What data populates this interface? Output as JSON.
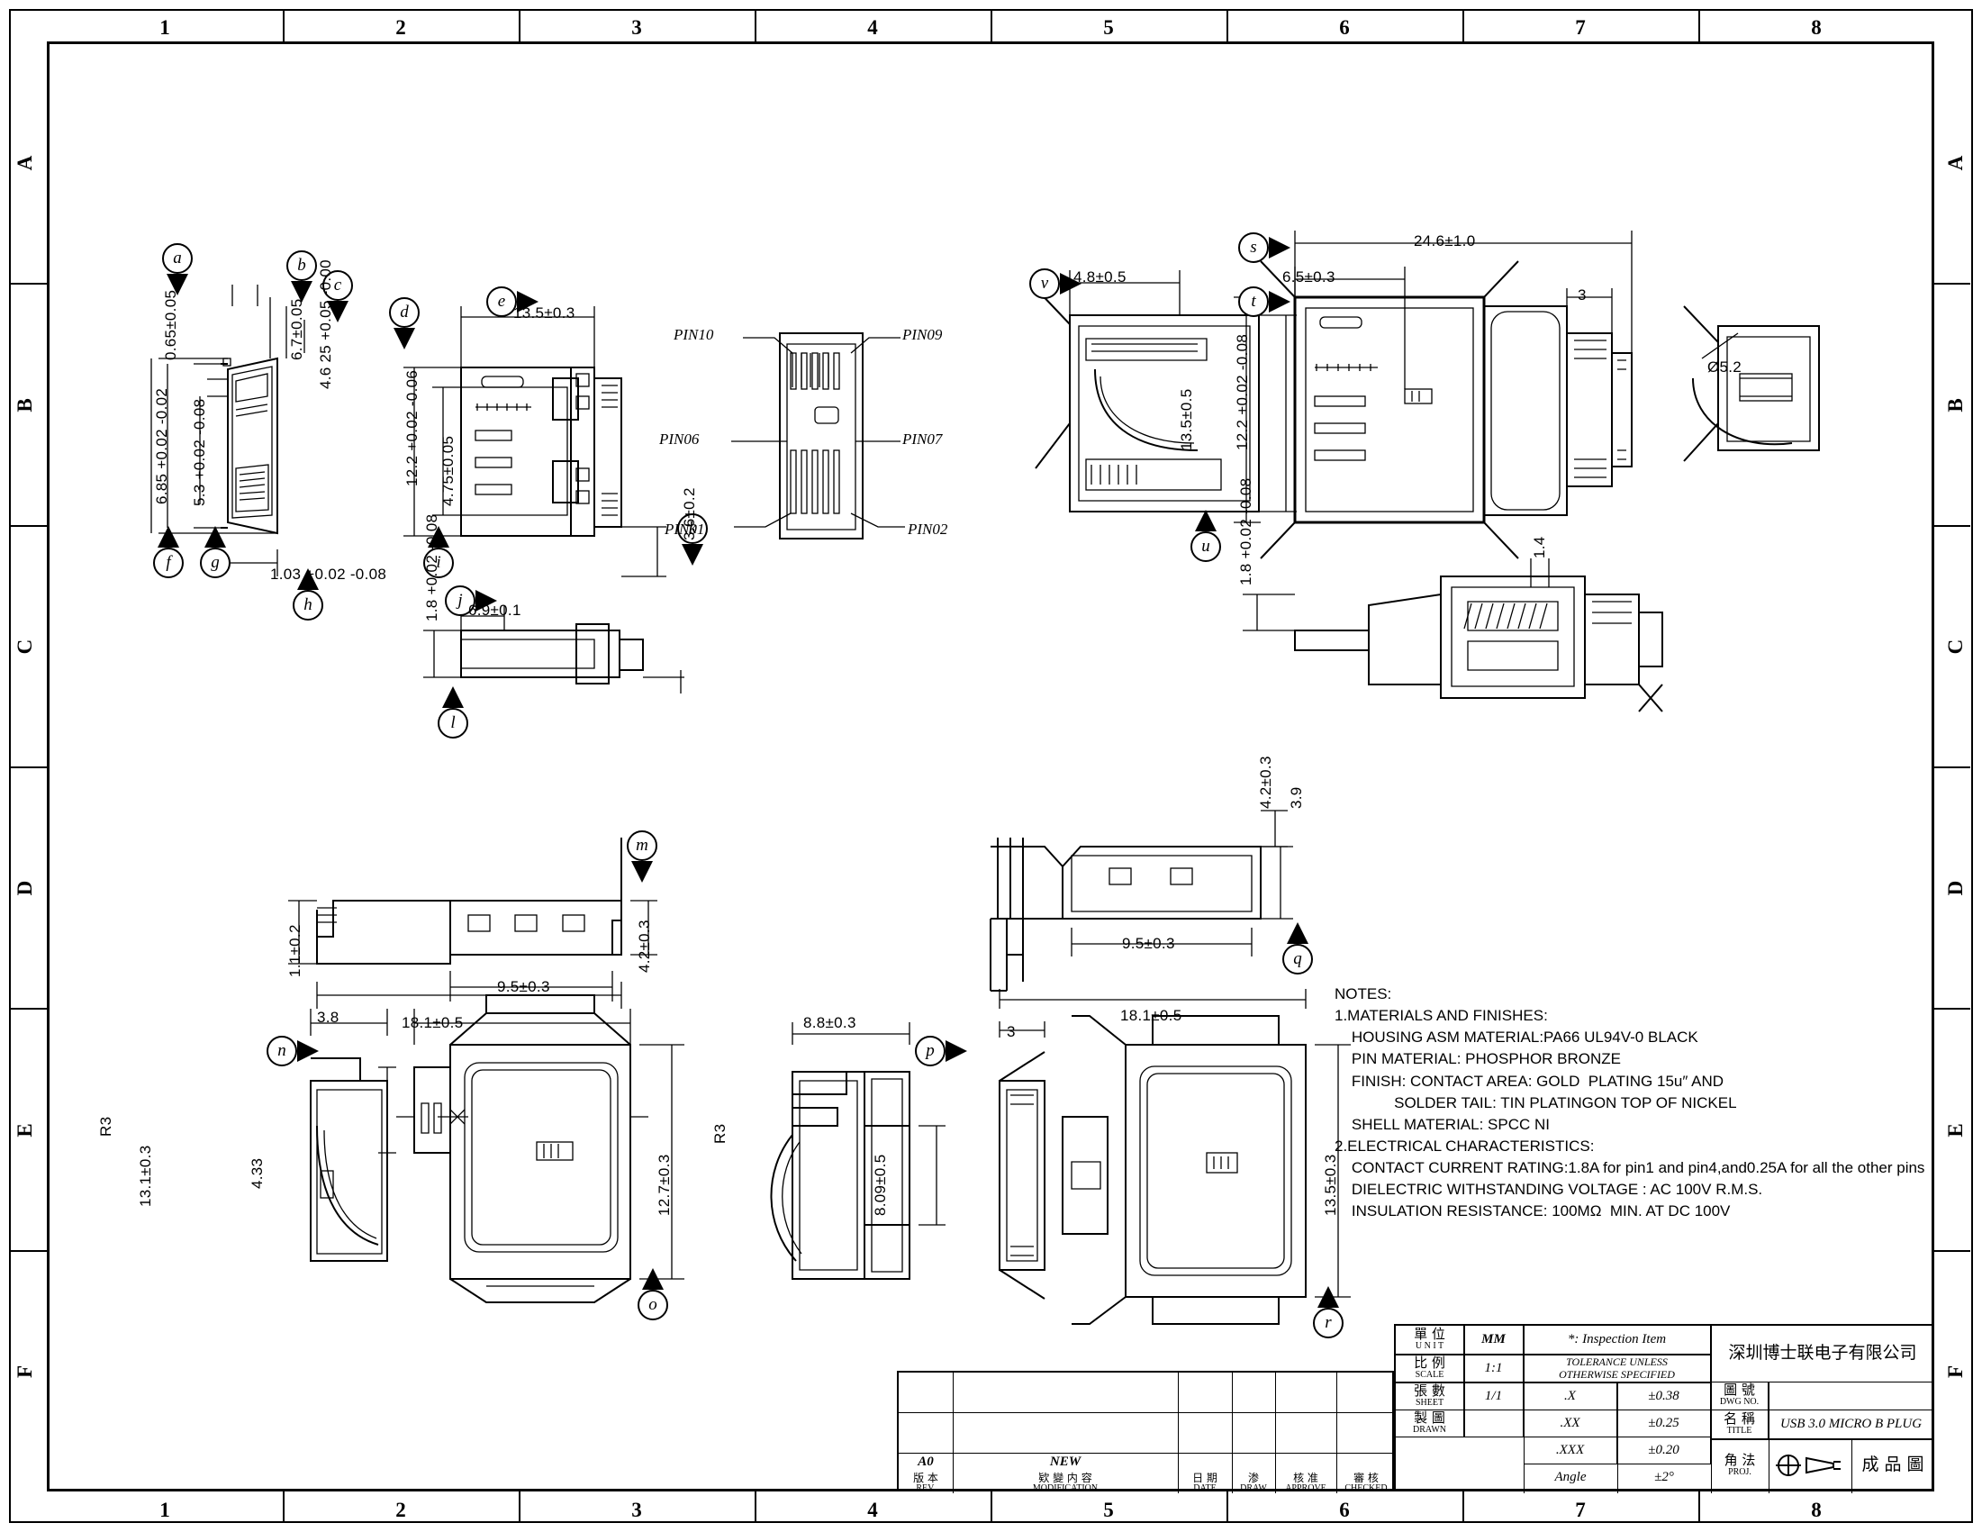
{
  "sheet": {
    "zones_top": [
      "1",
      "2",
      "3",
      "4",
      "5",
      "6",
      "7",
      "8"
    ],
    "zones_side": [
      "A",
      "B",
      "C",
      "D",
      "E",
      "F"
    ]
  },
  "balloons": [
    "a",
    "b",
    "c",
    "d",
    "e",
    "f",
    "g",
    "h",
    "i",
    "j",
    "k",
    "l",
    "m",
    "n",
    "o",
    "p",
    "q",
    "r",
    "s",
    "t",
    "u",
    "v"
  ],
  "dimensions": {
    "a_view": [
      "0.65±0.05",
      "6.7±0.05",
      "4.6 25 +0.05 -0.00",
      "6.85 +0.02 -0.02",
      "5.3 +0.02 -0.08",
      "1.03 +0.02 -0.08"
    ],
    "front_view": [
      "13.5±0.3",
      "12.2 +0.02 -0.06",
      "4.75±0.05",
      "3.6±0.2"
    ],
    "side_small": [
      "1.8 +0.02 -0.08",
      "6.9±0.1"
    ],
    "pin_labels": [
      "PIN10",
      "PIN09",
      "PIN06",
      "PIN07",
      "PIN01",
      "PIN02"
    ],
    "v_view": [
      "4.8±0.5",
      "13.5±0.5"
    ],
    "s_view": [
      "24.6±1.0",
      "6.5±0.3",
      "3",
      "12.2 +0.02 -0.08"
    ],
    "u_view": [
      "1.8 +0.02 -0.08",
      "1.4"
    ],
    "far_right": [
      "Ø5.2"
    ],
    "m_view": [
      "1.1±0.2",
      "9.5±0.3",
      "18.1±0.5",
      "4.2±0.3"
    ],
    "q_view": [
      "4.2±0.3",
      "3.9",
      "9.5±0.3"
    ],
    "n_view": [
      "3.8",
      "R3",
      "13.1±0.3",
      "4.33",
      "12.7±0.3"
    ],
    "p_view": [
      "8.8±0.3",
      "R3",
      "8.09±0.5"
    ],
    "r_view": [
      "18.1±0.5",
      "3",
      "13.5±0.3"
    ]
  },
  "notes": "NOTES:\n1.MATERIALS AND FINISHES:\n    HOUSING ASM MATERIAL:PA66 UL94V-0 BLACK\n    PIN MATERIAL: PHOSPHOR BRONZE\n    FINISH: CONTACT AREA: GOLD  PLATING 15u″ AND\n              SOLDER TAIL: TIN PLATINGON TOP OF NICKEL\n    SHELL MATERIAL: SPCC NI\n2.ELECTRICAL CHARACTERISTICS:\n    CONTACT CURRENT RATING:1.8A for pin1 and pin4,and0.25A for all the other pins\n    DIELECTRIC WITHSTANDING VOLTAGE : AC 100V R.M.S.\n    INSULATION RESISTANCE: 100MΩ  MIN. AT DC 100V",
  "title_block": {
    "unit": {
      "label_cn": "單 位",
      "label_en": "U N I T",
      "value": "MM"
    },
    "scale": {
      "label_cn": "比 例",
      "label_en": "SCALE",
      "value": "1:1"
    },
    "sheet": {
      "label_cn": "張 數",
      "label_en": "SHEET",
      "value": "1/1"
    },
    "drawn": {
      "label_cn": "製 圖",
      "label_en": "DRAWN",
      "value": ""
    },
    "inspection": "*: Inspection Item",
    "tolerance_title": "TOLERANCE UNLESS\nOTHERWISE SPECIFIED",
    "tolerances": [
      {
        "place": ".X",
        "value": "±0.38"
      },
      {
        "place": ".XX",
        "value": "±0.25"
      },
      {
        "place": ".XXX",
        "value": "±0.20"
      },
      {
        "place": "Angle",
        "value": "±2°"
      }
    ],
    "company": "深圳博士联电子有限公司",
    "dwg_no": {
      "label_cn": "圖 號",
      "label_en": "DWG NO.",
      "value": ""
    },
    "title": {
      "label_cn": "名 稱",
      "label_en": "TITLE",
      "value": "USB 3.0 MICRO B PLUG"
    },
    "proj": {
      "label_cn": "角 法",
      "label_en": "PROJ.",
      "value": ""
    },
    "final": "成 品 圖",
    "rev_table": {
      "headers": [
        {
          "cn": "版 本",
          "en": "REV."
        },
        {
          "cn": "欵 變 内 容",
          "en": "MODIFICATION"
        },
        {
          "cn": "日 期",
          "en": "DATE"
        },
        {
          "cn": "渗",
          "en": "DRAW"
        },
        {
          "cn": "核 准",
          "en": "APPROVE"
        },
        {
          "cn": "審 核",
          "en": "CHECKED"
        }
      ],
      "rows": [
        {
          "rev": "A0",
          "modification": "NEW",
          "date": "",
          "draw": "",
          "approve": "",
          "checked": ""
        }
      ]
    }
  }
}
